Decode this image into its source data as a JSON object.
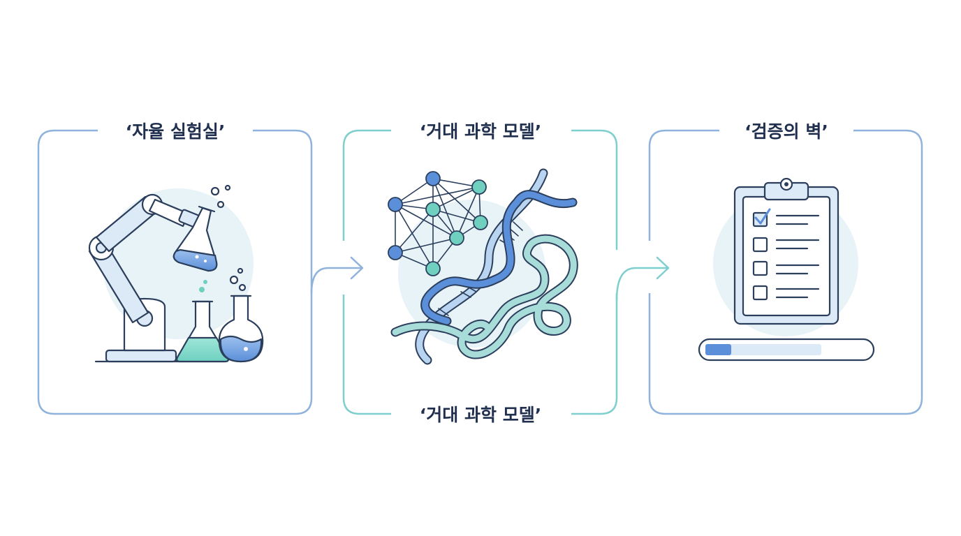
{
  "panels": [
    {
      "title": "‘자율 실험실’",
      "icon": "robot-arm-lab-icon"
    },
    {
      "title": "‘거대 과학 모델’",
      "bottom_title": "‘거대 과학 모델’",
      "icon": "network-dna-protein-icon"
    },
    {
      "title": "‘검증의 벽’",
      "icon": "clipboard-checklist-icon"
    }
  ],
  "colors": {
    "panel1_border": "#8fb3dc",
    "panel2_border": "#7fcfcf",
    "panel3_border": "#8fb3dc",
    "arrow1": "#8fb3dc",
    "arrow2": "#7fcfcf",
    "line": "#2b3e5c",
    "accent_blue": "#5b8fd9",
    "accent_teal": "#6fd0c0",
    "light_fill": "#e8f3f8"
  },
  "checklist": {
    "items_total": 4,
    "items_checked": 1
  },
  "progress": {
    "fraction": 0.22
  }
}
